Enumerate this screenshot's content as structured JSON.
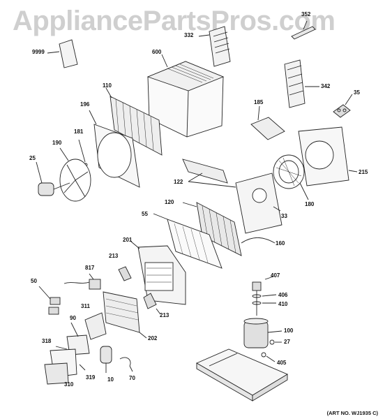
{
  "watermark": "AppliancePartsPros.com",
  "art_number": "(ART NO. WJ1935 C)",
  "callouts": {
    "c9999": "9999",
    "c332": "332",
    "c352": "352",
    "c600": "600",
    "c342": "342",
    "c35": "35",
    "c110": "110",
    "c196": "196",
    "c185": "185",
    "c181": "181",
    "c190": "190",
    "c25": "25",
    "c215": "215",
    "c122": "122",
    "c180": "180",
    "c120": "120",
    "c33": "33",
    "c55": "55",
    "c160": "160",
    "c201": "201",
    "c213a": "213",
    "c817": "817",
    "c213b": "213",
    "c50": "50",
    "c407": "407",
    "c406": "406",
    "c410": "410",
    "c311": "311",
    "c100": "100",
    "c90": "90",
    "c27": "27",
    "c202": "202",
    "c318": "318",
    "c405": "405",
    "c319": "319",
    "c10": "10",
    "c70": "70",
    "c310": "310"
  }
}
